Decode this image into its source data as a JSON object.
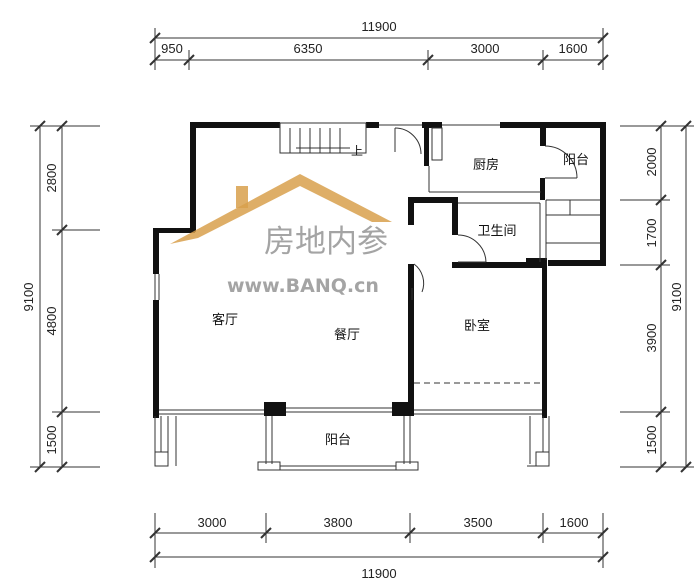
{
  "dimensions": {
    "top_total": "11900",
    "top_segments": [
      "950",
      "6350",
      "3000",
      "1600"
    ],
    "bottom_segments": [
      "3000",
      "3800",
      "3500",
      "1600"
    ],
    "bottom_total": "11900",
    "left_total": "9100",
    "left_segments": [
      "2800",
      "4800",
      "1500"
    ],
    "right_total": "9100",
    "right_segments": [
      "2000",
      "1700",
      "3900",
      "1500"
    ]
  },
  "rooms": {
    "living_room": "客厅",
    "dining_room": "餐厅",
    "kitchen": "厨房",
    "balcony_upper": "阳台",
    "bathroom": "卫生间",
    "bedroom": "卧室",
    "balcony_lower": "阳台"
  },
  "stairs_label": "上",
  "watermark": {
    "brand": "房地内参",
    "url": "www.BANQ.cn"
  },
  "colors": {
    "wall": "#111111",
    "line": "#333333",
    "watermark_roof": "#d8a04c"
  }
}
